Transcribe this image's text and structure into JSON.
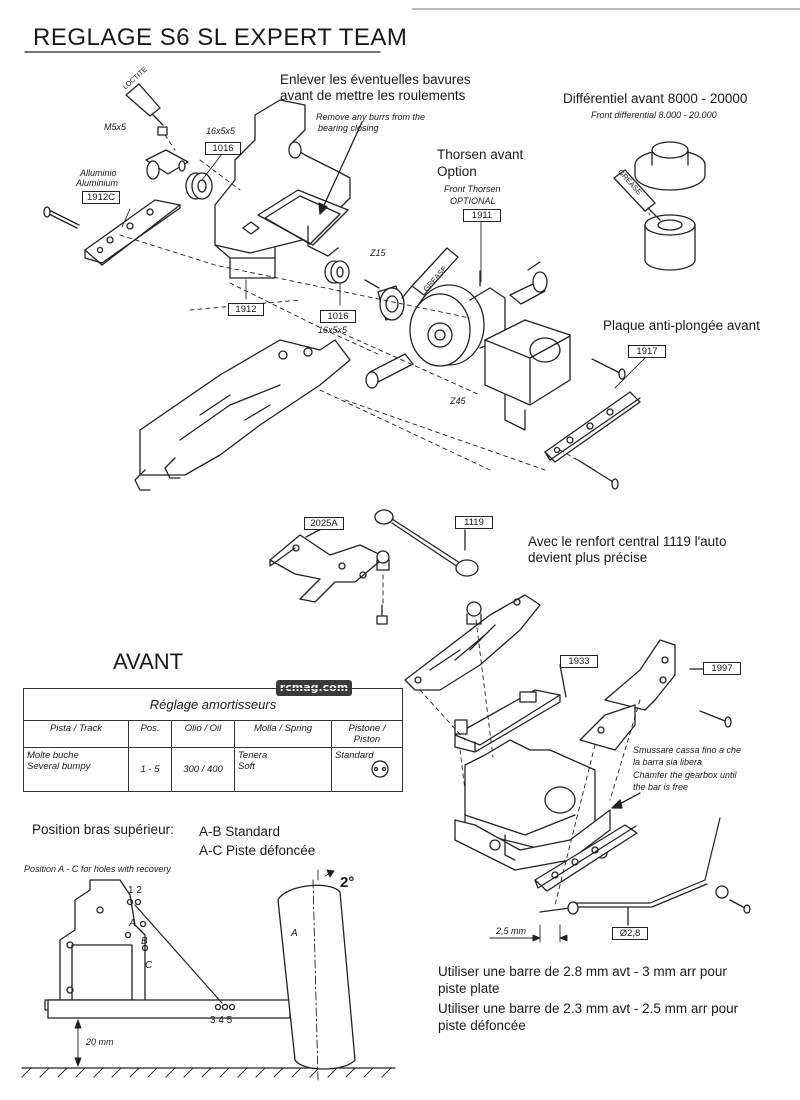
{
  "title": "REGLAGE S6 SL EXPERT TEAM",
  "watermark": "rcmag.com",
  "notes": {
    "burrs_fr_1": "Enlever les éventuelles bavures",
    "burrs_fr_2": "avant de mettre les roulements",
    "burrs_en_1": "Remove any burrs from the",
    "burrs_en_2": "bearing closing",
    "diff_fr": "Différentiel avant 8000 - 20000",
    "diff_en": "Front differential 8.000 - 20.000",
    "thorsen_fr_1": "Thorsen avant",
    "thorsen_fr_2": "Option",
    "thorsen_en_1": "Front Thorsen",
    "thorsen_en_2": "OPTIONAL",
    "plate_fr": "Plaque anti-plongée avant",
    "renfort_1": "Avec le renfort central 1119 l'auto",
    "renfort_2": "devient plus précise",
    "chamfer_it_1": "Smussare cassa fino a che",
    "chamfer_it_2": "la barra sia libera",
    "chamfer_en_1": "Chamfer the gearbox until",
    "chamfer_en_2": "the bar is free",
    "bar_1": "Utiliser une barre de 2.8 mm avt - 3 mm arr pour",
    "bar_2": "piste plate",
    "bar_3": "Utiliser une barre de 2.3 mm avt - 2.5 mm arr pour",
    "bar_4": "piste défoncée",
    "pos_title": "Position bras supérieur:",
    "pos_ab": "A-B Standard",
    "pos_ac": "A-C Piste défoncée",
    "pos_en": "Position A - C for holes with recovery"
  },
  "labels": {
    "m5x5": "M5x5",
    "size1": "16x5x5",
    "size2": "16x5x5",
    "alu_1": "Alluminio",
    "alu_2": "Aluminium",
    "z15": "Z15",
    "z45": "Z45",
    "loctite": "LOCTITE",
    "grease1": "GREASE",
    "grease2": "GREASE",
    "two_deg": "2°",
    "a": "A",
    "b": "B",
    "c": "C",
    "a2": "A",
    "holes_12": "1 2",
    "holes_345": "3 4 5",
    "mm20": "20 mm",
    "mm25": "2,5 mm"
  },
  "parts": {
    "p1016a": "1016",
    "p1912c": "1912C",
    "p1912": "1912",
    "p1016b": "1016",
    "p1911": "1911",
    "p1917": "1917",
    "p2025a": "2025A",
    "p1119": "1119",
    "p1933": "1933",
    "p1997": "1997",
    "d28": "Ø2,8"
  },
  "avant": "AVANT",
  "shock": {
    "caption": "Réglage amortisseurs",
    "headers": [
      "Pista / Track",
      "Pos.",
      "Olio / Oil",
      "Molla / Spring",
      "Pistone / Piston"
    ],
    "row": {
      "track_1": "Molte buche",
      "track_2": "Several bumpy",
      "pos": "1 - 5",
      "oil": "300 / 400",
      "spring_1": "Tenera",
      "spring_2": "Soft",
      "piston": "Standard"
    }
  }
}
